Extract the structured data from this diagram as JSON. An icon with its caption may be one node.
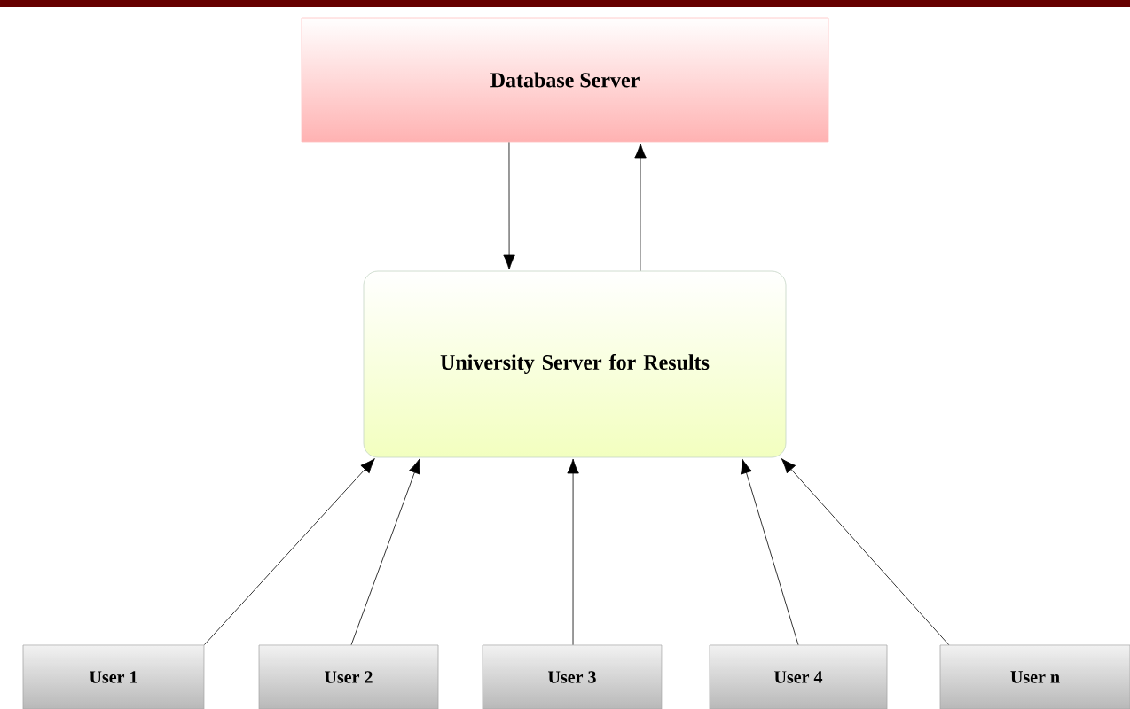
{
  "diagram": {
    "nodes": [
      {
        "text": [
          "Database Server"
        ]
      },
      {
        "text": [
          "University Server for Results"
        ]
      },
      {
        "text": [
          "User 1"
        ]
      },
      {
        "text": [
          "User 2"
        ]
      },
      {
        "text": [
          "User 3"
        ]
      },
      {
        "text": [
          "User 4"
        ]
      },
      {
        "text": [
          "User n"
        ]
      }
    ],
    "edges": [
      {
        "from": 0,
        "to": 1,
        "arrow": "to"
      },
      {
        "from": 1,
        "to": 0,
        "arrow": "to"
      },
      {
        "from": 2,
        "to": 1,
        "arrow": "to"
      },
      {
        "from": 3,
        "to": 1,
        "arrow": "to"
      },
      {
        "from": 4,
        "to": 1,
        "arrow": "to"
      },
      {
        "from": 5,
        "to": 1,
        "arrow": "to"
      },
      {
        "from": 6,
        "to": 1,
        "arrow": "to"
      }
    ]
  }
}
